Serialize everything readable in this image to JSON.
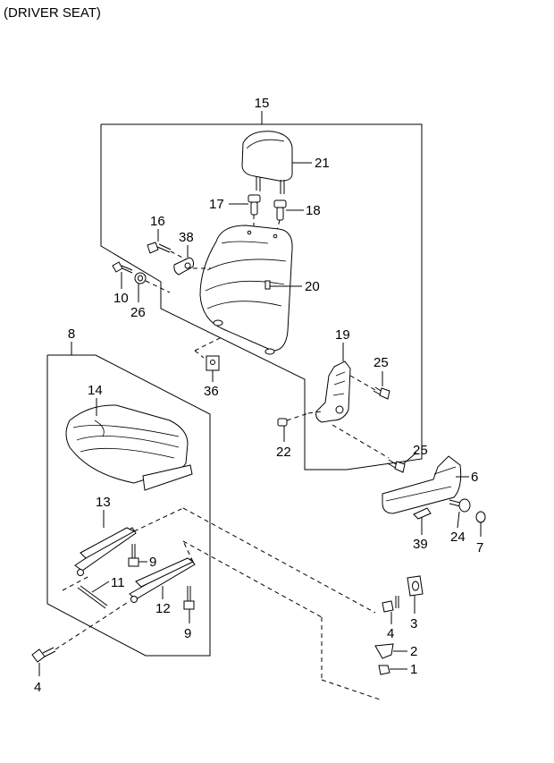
{
  "diagram": {
    "caption": "(DRIVER SEAT)",
    "callouts": [
      "15",
      "21",
      "17",
      "18",
      "16",
      "38",
      "20",
      "10",
      "26",
      "19",
      "25",
      "36",
      "22",
      "25",
      "6",
      "8",
      "14",
      "13",
      "9",
      "11",
      "12",
      "9",
      "24",
      "7",
      "39",
      "4",
      "3",
      "2",
      "1",
      "4"
    ]
  }
}
